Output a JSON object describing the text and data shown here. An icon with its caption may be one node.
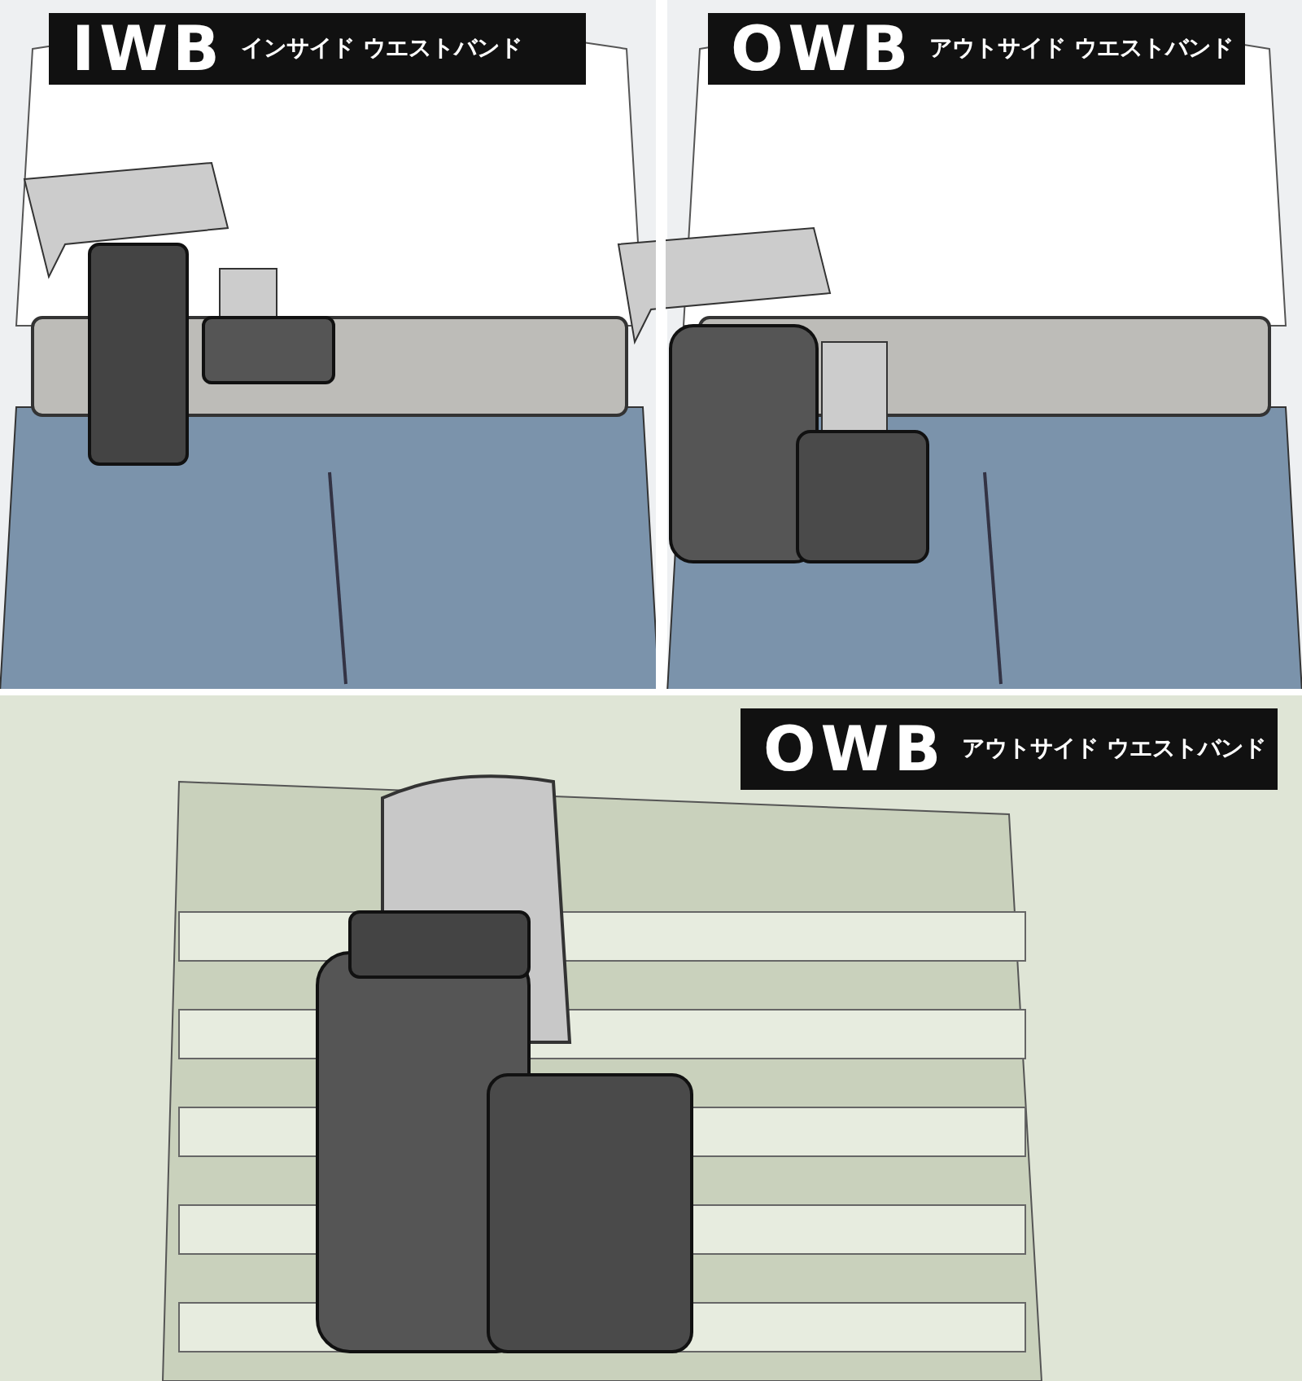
{
  "diagram": {
    "nodes": [
      {
        "text": [
          "IWB",
          "インサイド ウエストバンド"
        ]
      },
      {
        "text": [
          "OWB",
          "アウトサイド ウエストバンド"
        ]
      },
      {
        "text": [
          "OWB",
          "アウトサイド ウエストバンド"
        ]
      }
    ]
  }
}
